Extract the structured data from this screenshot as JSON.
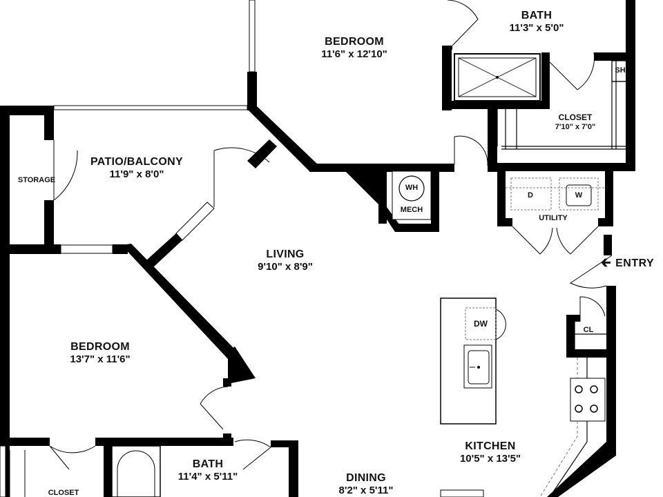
{
  "rooms": [
    {
      "id": "bedroom-top",
      "name": "BEDROOM",
      "dims": "11'6\" x 12'10\""
    },
    {
      "id": "bath-top",
      "name": "BATH",
      "dims": "11'3\" x 5'0\""
    },
    {
      "id": "closet-top",
      "name": "CLOSET",
      "dims": "7'10\" x 7'0\""
    },
    {
      "id": "patio",
      "name": "PATIO/BALCONY",
      "dims": "11'9\" x 8'0\""
    },
    {
      "id": "living",
      "name": "LIVING",
      "dims": "9'10\" x 8'9\""
    },
    {
      "id": "bedroom-left",
      "name": "BEDROOM",
      "dims": "13'7\" x 11'6\""
    },
    {
      "id": "kitchen",
      "name": "KITCHEN",
      "dims": "10'5\" x 13'5\""
    },
    {
      "id": "dining",
      "name": "DINING",
      "dims": "8'2\" x 5'11\""
    },
    {
      "id": "bath-bottom",
      "name": "BATH",
      "dims": "11'4\" x 5'11\""
    }
  ],
  "labels": {
    "storage": "STORAGE",
    "utility": "UTILITY",
    "closet_bottom": "CLOSET",
    "sh": "SH",
    "cl": "CL",
    "wh": "WH",
    "mech": "MECH",
    "dryer": "D",
    "washer": "W",
    "dishwasher": "DW",
    "entry": "ENTRY"
  },
  "colors": {
    "wall": "#000000",
    "background": "#ffffff",
    "fixture_line": "#555555"
  }
}
